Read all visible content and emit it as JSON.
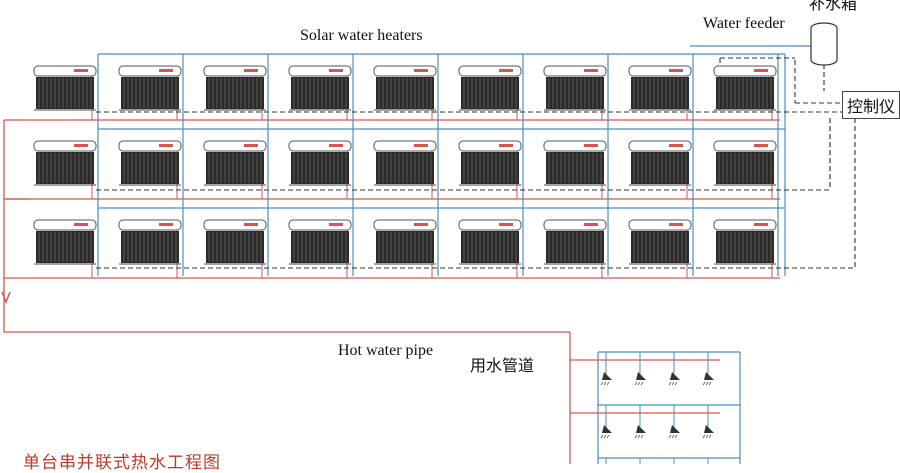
{
  "labels": {
    "solar_heaters": "Solar water heaters",
    "water_feeder": "Water feeder",
    "water_tank_cn": "补水箱",
    "controller_cn": "控制仪",
    "hot_water_pipe": "Hot water pipe",
    "water_pipe_cn": "用水管道",
    "diagram_title_cn": "单台串并联式热水工程图"
  },
  "layout": {
    "rows": 3,
    "cols": 9,
    "shower_rows": 3,
    "showers_per_row": 4
  },
  "colors": {
    "hot_pipe": "#d9534f",
    "cold_pipe": "#4a90c2",
    "control_wire": "#333333",
    "heater_tubes": "#2a2a2a",
    "title": "#c0392b"
  }
}
